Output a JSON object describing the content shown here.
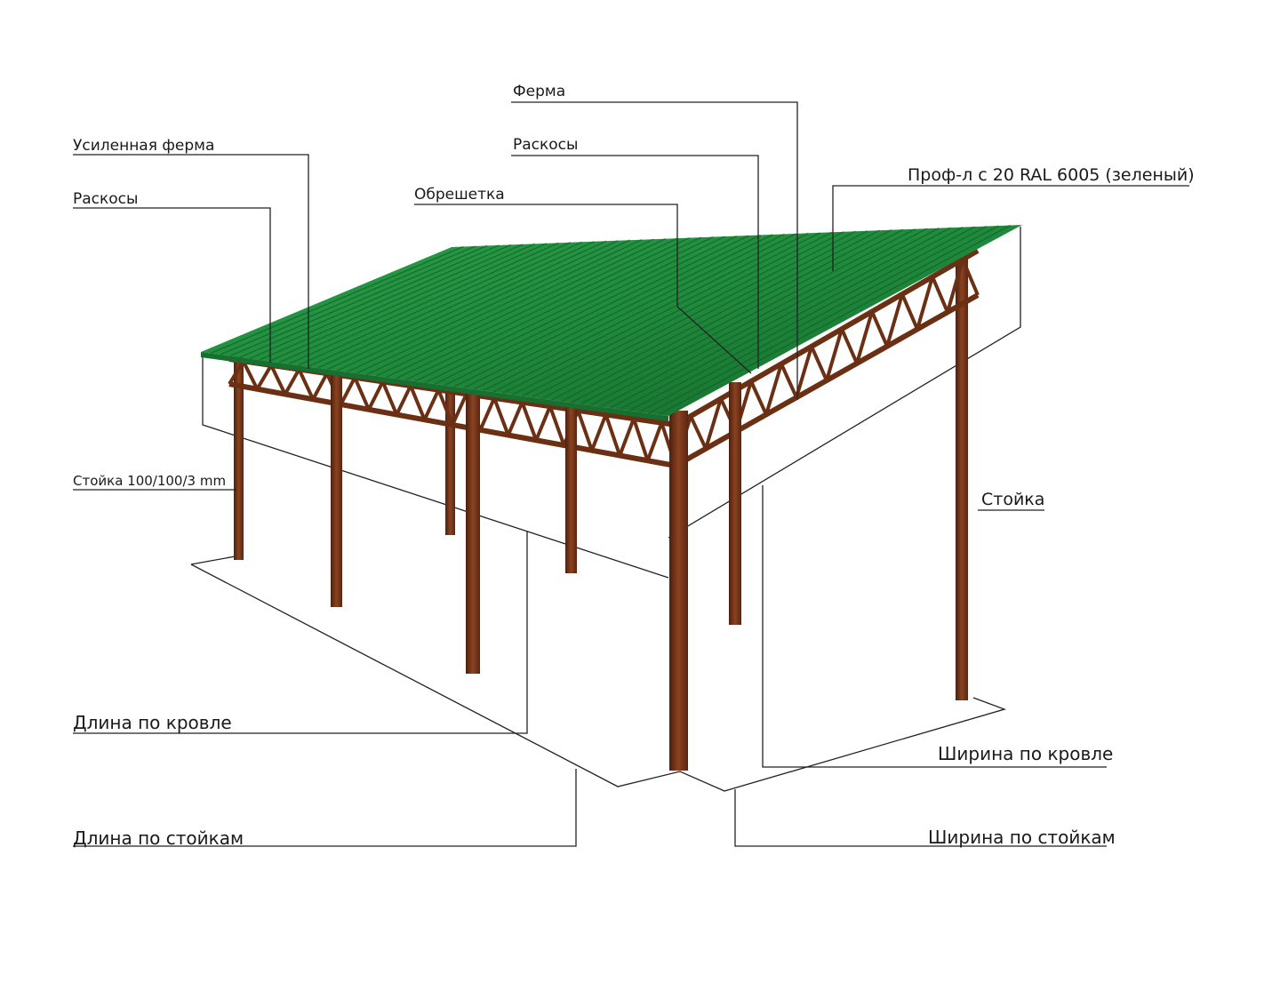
{
  "labels": {
    "ferma": "Ферма",
    "raskosy_right": "Раскосы",
    "usilennaya_ferma": "Усиленная ферма",
    "raskosy_left": "Раскосы",
    "obreshetka": "Обрешетка",
    "profil": "Проф-л с 20 RAL 6005 (зеленый)",
    "stoyka_size": "Стойка 100/100/3 mm",
    "stoyka": "Стойка",
    "dlina_krovle": "Длина по кровле",
    "shirina_krovle": "Ширина по кровле",
    "dlina_stoykam": "Длина по стойкам",
    "shirina_stoykam": "Ширина по стойкам"
  },
  "colors": {
    "roof": "#1f8a3c",
    "roof_dark": "#15692c",
    "roof_light": "#2aa04a",
    "steel": "#6b2f14",
    "steel_light": "#8a4322",
    "leader": "#222222"
  }
}
